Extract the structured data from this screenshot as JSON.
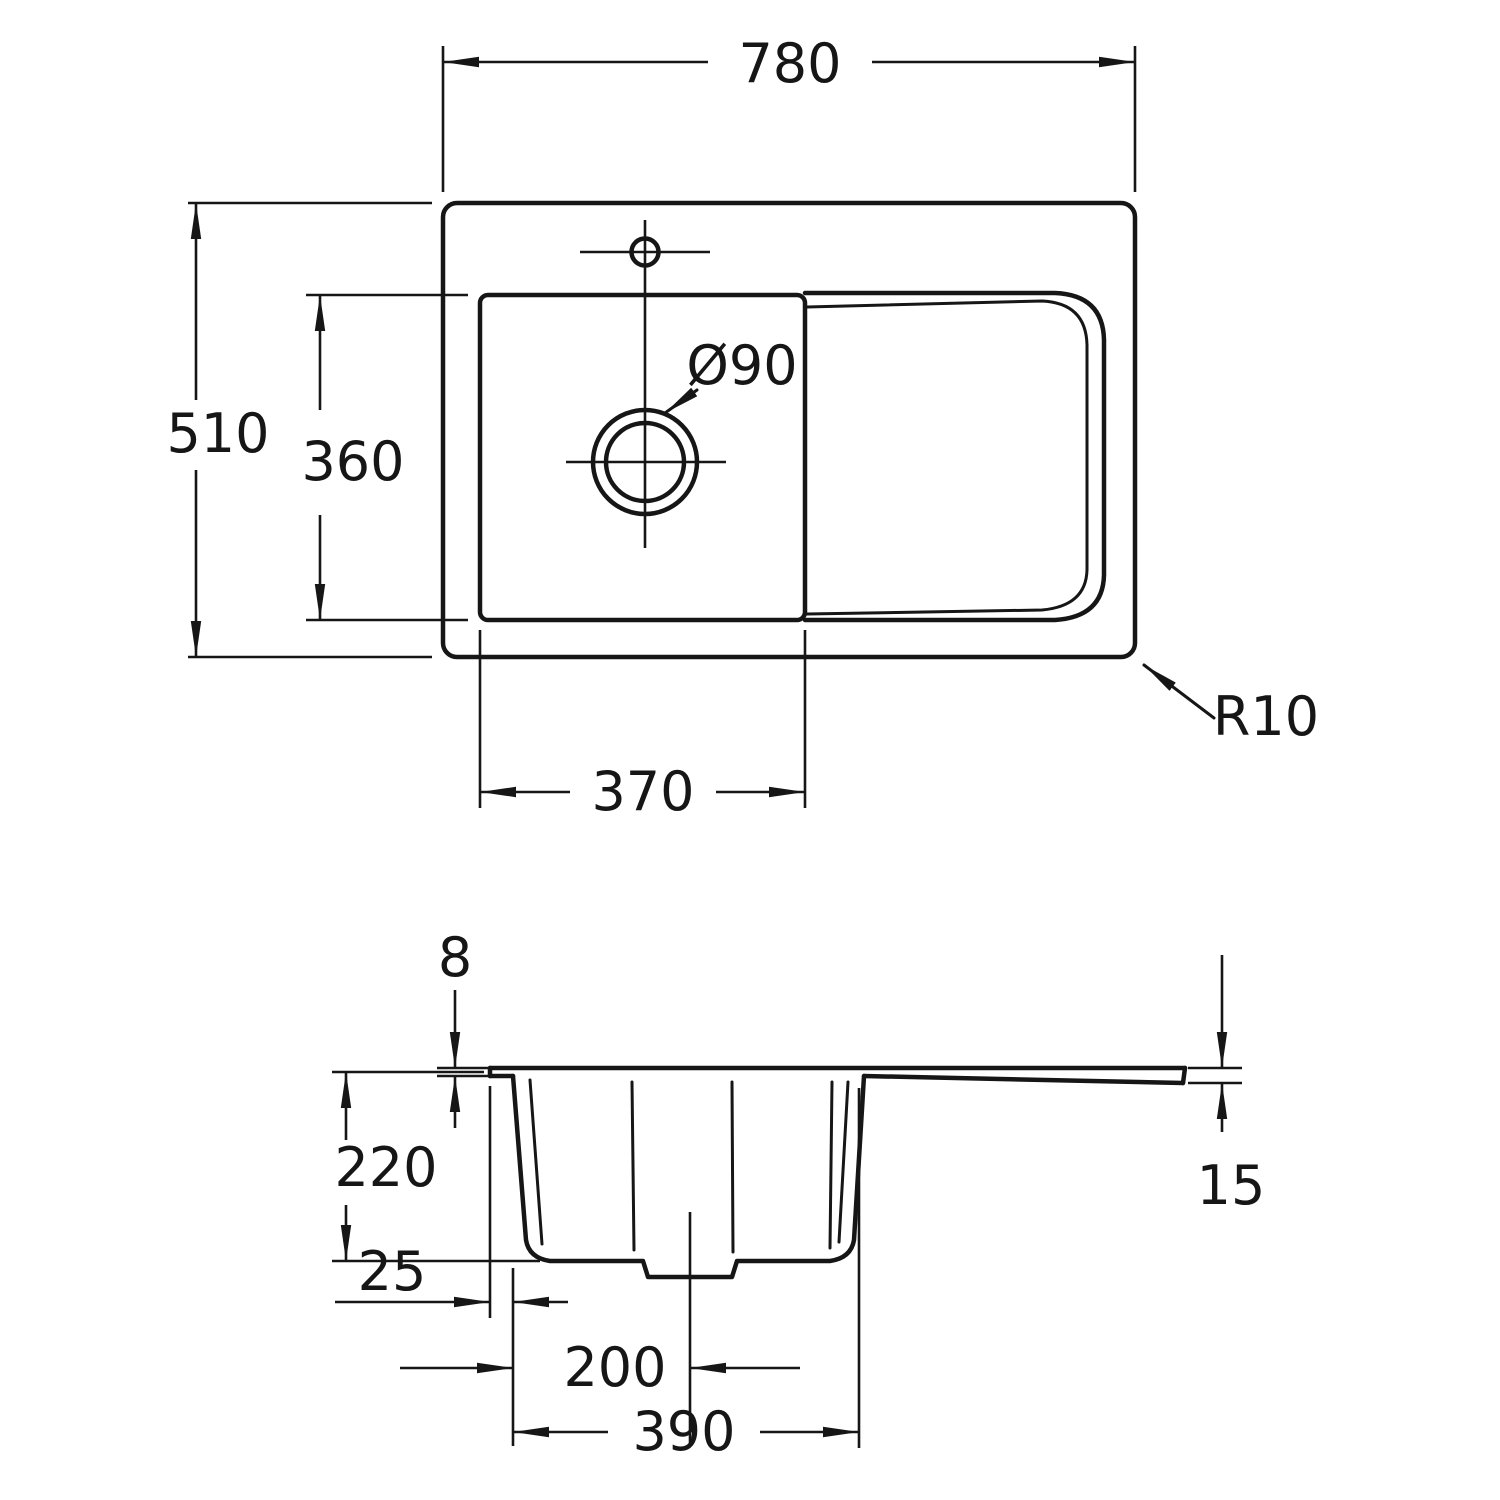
{
  "drawing": {
    "title": "sink-technical-drawing",
    "background_color": "#ffffff",
    "line_color": "#161616",
    "top_view": {
      "overall_width": "780",
      "overall_depth": "510",
      "bowl_depth": "360",
      "bowl_width": "370",
      "drain_diameter": "Ø90",
      "corner_radius": "R10"
    },
    "section_view": {
      "rim_thickness": "8",
      "total_depth": "220",
      "edge_thickness": "15",
      "edge_to_bowl_offset": "25",
      "drain_center_offset": "200",
      "bowl_outer_width": "390"
    }
  }
}
